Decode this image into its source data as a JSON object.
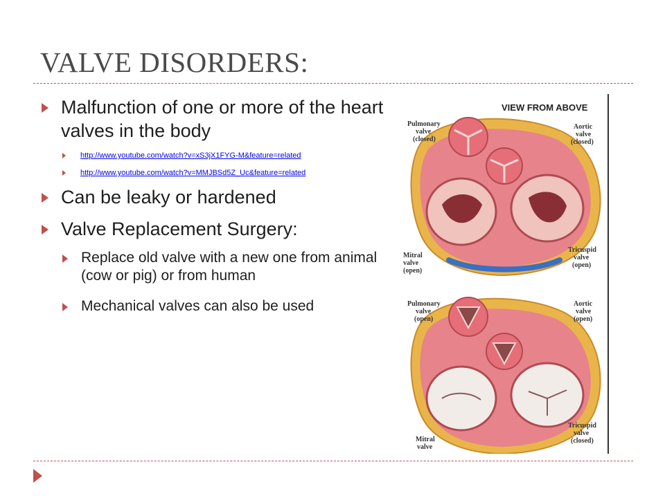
{
  "slide": {
    "title": "VALVE DISORDERS:"
  },
  "bullets": {
    "b1": "Malfunction of one or more of the heart valves in the body",
    "links": [
      "http://www.youtube.com/watch?v=xS3jX1FYG-M&feature=related",
      "http://www.youtube.com/watch?v=MMJBSd5Z_Uc&feature=related"
    ],
    "b2": "Can be leaky or hardened",
    "b3": "Valve Replacement Surgery:",
    "sub": [
      "Replace old valve with a new one from animal (cow or pig) or from human",
      "Mechanical valves can also be used"
    ]
  },
  "figure": {
    "heading": "VIEW FROM ABOVE",
    "top": {
      "pulmonary": [
        "Pulmonary",
        "valve",
        "(closed)"
      ],
      "aortic": [
        "Aortic",
        "valve",
        "(closed)"
      ],
      "mitral": [
        "Mitral",
        "valve",
        "(open)"
      ],
      "tricuspid": [
        "Tricuspid",
        "valve",
        "(open)"
      ]
    },
    "bottom": {
      "pulmonary": [
        "Pulmonary",
        "valve",
        "(open)"
      ],
      "aortic": [
        "Aortic",
        "valve",
        "(open)"
      ],
      "mitral": [
        "Mitral",
        "valve"
      ],
      "tricuspid": [
        "Tricuspid",
        "valve",
        "(closed)"
      ]
    }
  },
  "colors": {
    "accent": "#c0504d",
    "title": "#4a4a4a",
    "link": "#0000ee"
  }
}
